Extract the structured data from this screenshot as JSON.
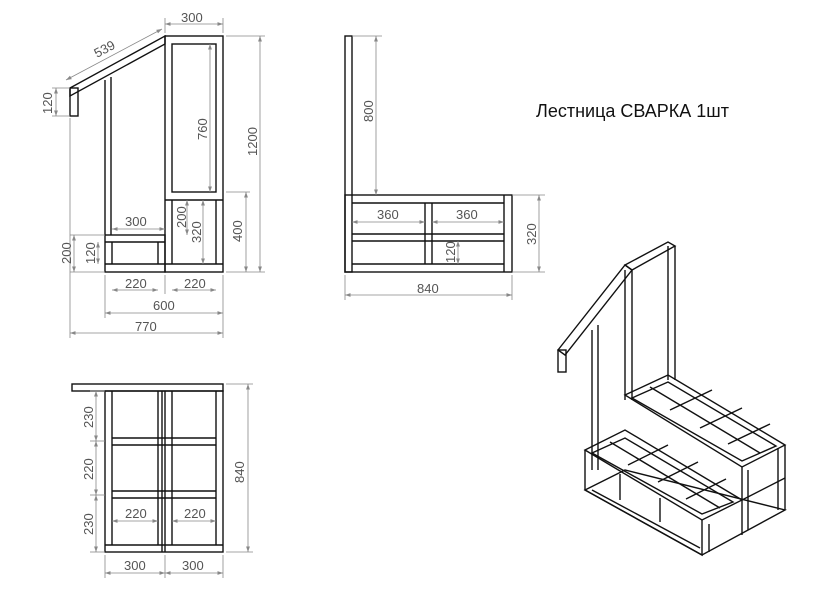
{
  "title": "Лестница СВАРКА 1шт",
  "dimensions": {
    "side": {
      "handrail_length": "539",
      "top_width": "300",
      "handrail_drop": "120",
      "upper_span": "760",
      "total_height": "1200",
      "step_gap": "200",
      "step_inner": "320",
      "lower_height": "400",
      "mid_width": "300",
      "base_height": "200",
      "base_inner": "120",
      "bay_left": "220",
      "bay_right": "220",
      "base_width": "600",
      "total_width": "770"
    },
    "front": {
      "post_height": "800",
      "bay_left": "360",
      "bay_right": "360",
      "frame_height": "320",
      "inner_height": "120",
      "total_width": "840"
    },
    "top": {
      "row_1": "230",
      "row_2": "220",
      "row_3": "230",
      "bay_left": "220",
      "bay_right": "220",
      "total_depth": "840",
      "width_left": "300",
      "width_right": "300"
    }
  }
}
